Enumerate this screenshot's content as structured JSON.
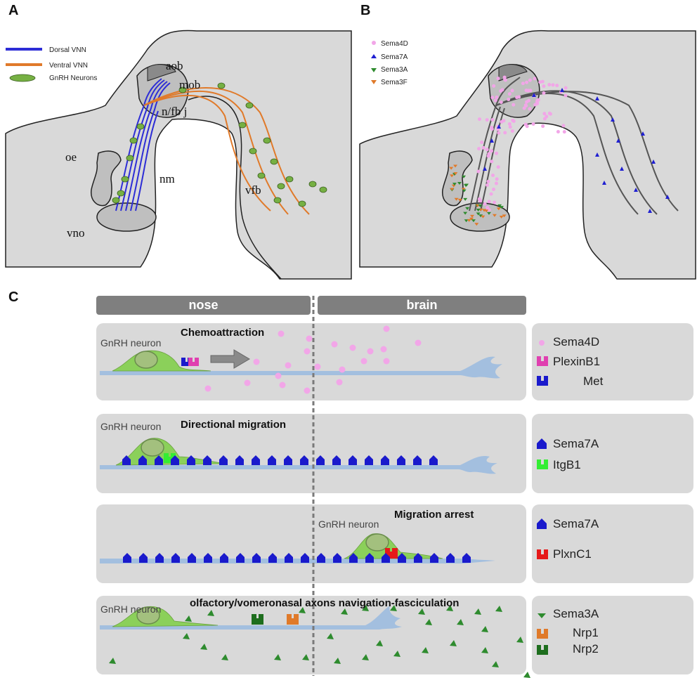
{
  "panels": {
    "a": "A",
    "b": "B",
    "c": "C"
  },
  "panel_a": {
    "legend": [
      "Dorsal VNN",
      "Ventral VNN",
      "GnRH Neurons"
    ],
    "labels": {
      "aob": "aob",
      "mob": "mob",
      "nfbj": "n/fb j",
      "oe": "oe",
      "nm": "nm",
      "vfb": "vfb",
      "vno": "vno"
    },
    "colors": {
      "dorsal": "#2d2dd6",
      "ventral": "#e07a2a",
      "neuron": "#76b043"
    }
  },
  "panel_b": {
    "legend": [
      "Sema4D",
      "Sema7A",
      "Sema3A",
      "Sema3F"
    ],
    "colors": {
      "sema4d": "#f2a6e8",
      "sema7a": "#1f1fd1",
      "sema3a": "#2e8b2e",
      "sema3f": "#e07a2a"
    }
  },
  "panel_c": {
    "header": {
      "nose": "nose",
      "brain": "brain"
    },
    "rows": [
      {
        "title": "Chemoattraction",
        "neuron_label": "GnRH neuron",
        "legend": [
          "Sema4D",
          "PlexinB1",
          "Met"
        ]
      },
      {
        "title": "Directional migration",
        "neuron_label": "GnRH neuron",
        "legend": [
          "Sema7A",
          "ItgB1"
        ]
      },
      {
        "title": "Migration arrest",
        "neuron_label": "GnRH neuron",
        "legend": [
          "Sema7A",
          "PlxnC1"
        ]
      },
      {
        "title": "olfactory/vomeronasal axons navigation-fasciculation",
        "neuron_label": "GnRH neuron",
        "legend": [
          "Sema3A",
          "Nrp1",
          "Nrp2"
        ]
      }
    ],
    "colors": {
      "axon": "#a3bfdf",
      "neuron": "#8bd05a",
      "plexinb1": "#e040b0",
      "met": "#1a1acc",
      "itgb1": "#33ee33",
      "plxnc1": "#e61919",
      "nrp1": "#e07a2a",
      "nrp2": "#1e6e1e"
    }
  }
}
